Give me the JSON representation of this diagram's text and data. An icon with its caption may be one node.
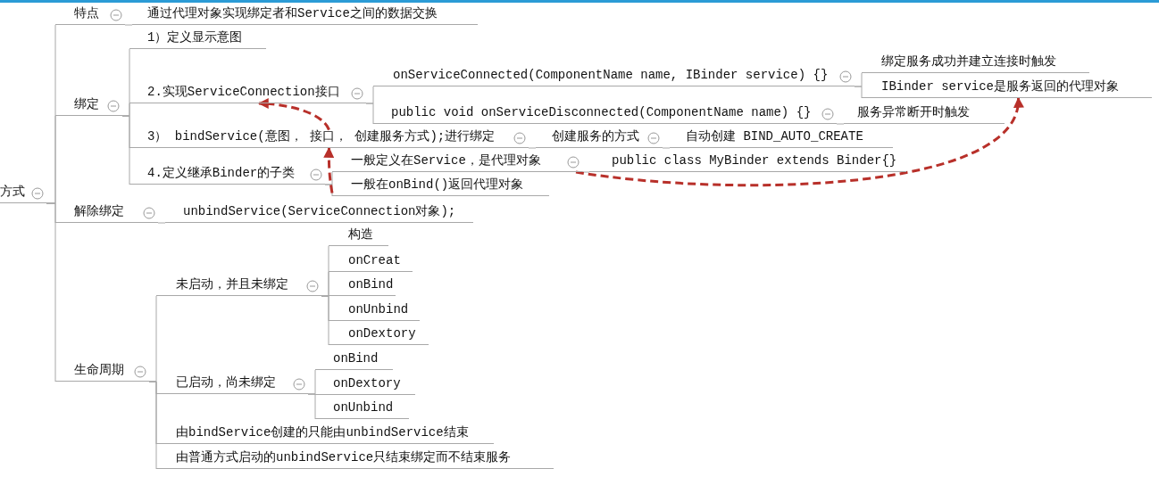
{
  "diagram": {
    "nodes": [
      {
        "text": [
          "方式"
        ]
      },
      {
        "text": [
          "特点"
        ]
      },
      {
        "text": [
          "通过代理对象实现绑定者和Service之间的数据交换"
        ]
      },
      {
        "text": [
          "绑定"
        ]
      },
      {
        "text": [
          "1）定义显示意图"
        ]
      },
      {
        "text": [
          "2.实现ServiceConnection接口"
        ]
      },
      {
        "text": [
          "onServiceConnected(ComponentName name, IBinder service) {}"
        ]
      },
      {
        "text": [
          "绑定服务成功并建立连接时触发"
        ]
      },
      {
        "text": [
          "IBinder service是服务返回的代理对象"
        ]
      },
      {
        "text": [
          "public void onServiceDisconnected(ComponentName name) {}"
        ]
      },
      {
        "text": [
          "服务异常断开时触发"
        ]
      },
      {
        "text": [
          "3） bindService(意图， 接口， 创建服务方式);进行绑定"
        ]
      },
      {
        "text": [
          "创建服务的方式"
        ]
      },
      {
        "text": [
          "自动创建 BIND_AUTO_CREATE"
        ]
      },
      {
        "text": [
          "4.定义继承Binder的子类"
        ]
      },
      {
        "text": [
          "一般定义在Service，是代理对象"
        ]
      },
      {
        "text": [
          "public class MyBinder extends Binder{}"
        ]
      },
      {
        "text": [
          "一般在onBind()返回代理对象"
        ]
      },
      {
        "text": [
          "解除绑定"
        ]
      },
      {
        "text": [
          "unbindService(ServiceConnection对象);"
        ]
      },
      {
        "text": [
          "生命周期"
        ]
      },
      {
        "text": [
          "未启动，并且未绑定"
        ]
      },
      {
        "text": [
          "构造"
        ]
      },
      {
        "text": [
          "onCreat"
        ]
      },
      {
        "text": [
          "onBind"
        ]
      },
      {
        "text": [
          "onUnbind"
        ]
      },
      {
        "text": [
          "onDextory"
        ]
      },
      {
        "text": [
          "已启动，尚未绑定"
        ]
      },
      {
        "text": [
          "onBind"
        ]
      },
      {
        "text": [
          "onDextory"
        ]
      },
      {
        "text": [
          "onUnbind"
        ]
      },
      {
        "text": [
          "由bindService创建的只能由unbindService结束"
        ]
      },
      {
        "text": [
          "由普通方式启动的unbindService只结束绑定而不结束服务"
        ]
      }
    ],
    "edges": [
      {
        "from": 0,
        "to": 1,
        "arrow": "none"
      },
      {
        "from": 1,
        "to": 2,
        "arrow": "none"
      },
      {
        "from": 0,
        "to": 3,
        "arrow": "none"
      },
      {
        "from": 3,
        "to": 4,
        "arrow": "none"
      },
      {
        "from": 3,
        "to": 5,
        "arrow": "none"
      },
      {
        "from": 5,
        "to": 6,
        "arrow": "none"
      },
      {
        "from": 6,
        "to": 7,
        "arrow": "none"
      },
      {
        "from": 6,
        "to": 8,
        "arrow": "none"
      },
      {
        "from": 5,
        "to": 9,
        "arrow": "none"
      },
      {
        "from": 9,
        "to": 10,
        "arrow": "none"
      },
      {
        "from": 3,
        "to": 11,
        "arrow": "none"
      },
      {
        "from": 11,
        "to": 12,
        "arrow": "none"
      },
      {
        "from": 12,
        "to": 13,
        "arrow": "none"
      },
      {
        "from": 3,
        "to": 14,
        "arrow": "none"
      },
      {
        "from": 14,
        "to": 15,
        "arrow": "none"
      },
      {
        "from": 15,
        "to": 16,
        "arrow": "none"
      },
      {
        "from": 14,
        "to": 17,
        "arrow": "none"
      },
      {
        "from": 0,
        "to": 18,
        "arrow": "none"
      },
      {
        "from": 18,
        "to": 19,
        "arrow": "none"
      },
      {
        "from": 0,
        "to": 20,
        "arrow": "none"
      },
      {
        "from": 20,
        "to": 21,
        "arrow": "none"
      },
      {
        "from": 21,
        "to": 22,
        "arrow": "none"
      },
      {
        "from": 21,
        "to": 23,
        "arrow": "none"
      },
      {
        "from": 21,
        "to": 24,
        "arrow": "none"
      },
      {
        "from": 21,
        "to": 25,
        "arrow": "none"
      },
      {
        "from": 21,
        "to": 26,
        "arrow": "none"
      },
      {
        "from": 20,
        "to": 27,
        "arrow": "none"
      },
      {
        "from": 27,
        "to": 28,
        "arrow": "none"
      },
      {
        "from": 27,
        "to": 29,
        "arrow": "none"
      },
      {
        "from": 27,
        "to": 30,
        "arrow": "none"
      },
      {
        "from": 20,
        "to": 31,
        "arrow": "none"
      },
      {
        "from": 20,
        "to": 32,
        "arrow": "none"
      },
      {
        "from": 15,
        "to": 8,
        "arrow": "to",
        "style": "dashed",
        "color": "#b8302a"
      },
      {
        "from": 17,
        "to": 11,
        "arrow": "to",
        "style": "dashed",
        "color": "#b8302a"
      },
      {
        "from": 11,
        "to": 5,
        "arrow": "to",
        "style": "dashed",
        "color": "#b8302a"
      }
    ]
  }
}
